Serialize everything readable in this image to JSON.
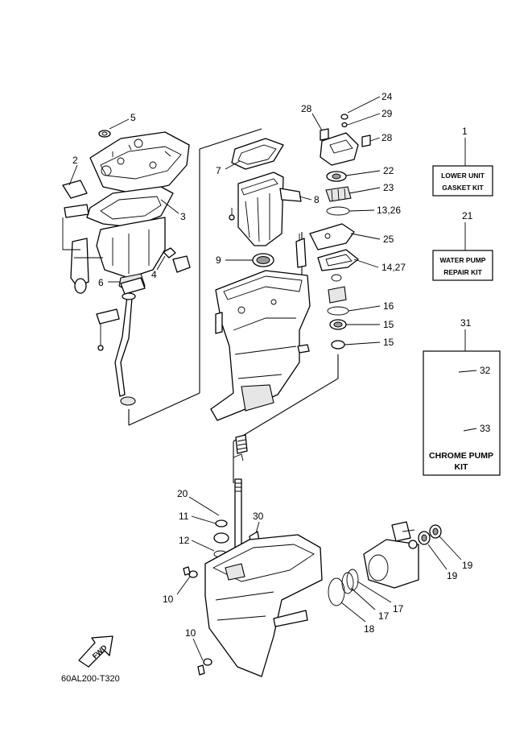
{
  "callouts": {
    "c1": "1",
    "c2": "2",
    "c3": "3",
    "c4": "4",
    "c5": "5",
    "c6": "6",
    "c7": "7",
    "c8": "8",
    "c9": "9",
    "c10a": "10",
    "c10b": "10",
    "c11": "11",
    "c12": "12",
    "c13_26": "13,26",
    "c14_27": "14,27",
    "c15a": "15",
    "c15b": "15",
    "c16": "16",
    "c17a": "17",
    "c17b": "17",
    "c18": "18",
    "c19a": "19",
    "c19b": "19",
    "c20": "20",
    "c21": "21",
    "c22": "22",
    "c23": "23",
    "c24": "24",
    "c25": "25",
    "c28a": "28",
    "c28b": "28",
    "c29": "29",
    "c30": "30",
    "c31": "31",
    "c32": "32",
    "c33": "33"
  },
  "kits": {
    "gasket_kit": [
      "LOWER UNIT",
      "GASKET KIT"
    ],
    "water_pump_kit": [
      "WATER PUMP",
      "REPAIR KIT"
    ],
    "chrome_pump_kit": [
      "CHROME PUMP",
      "KIT"
    ]
  },
  "fwd_label": "FWD",
  "diagram_code": "60AL200-T320"
}
